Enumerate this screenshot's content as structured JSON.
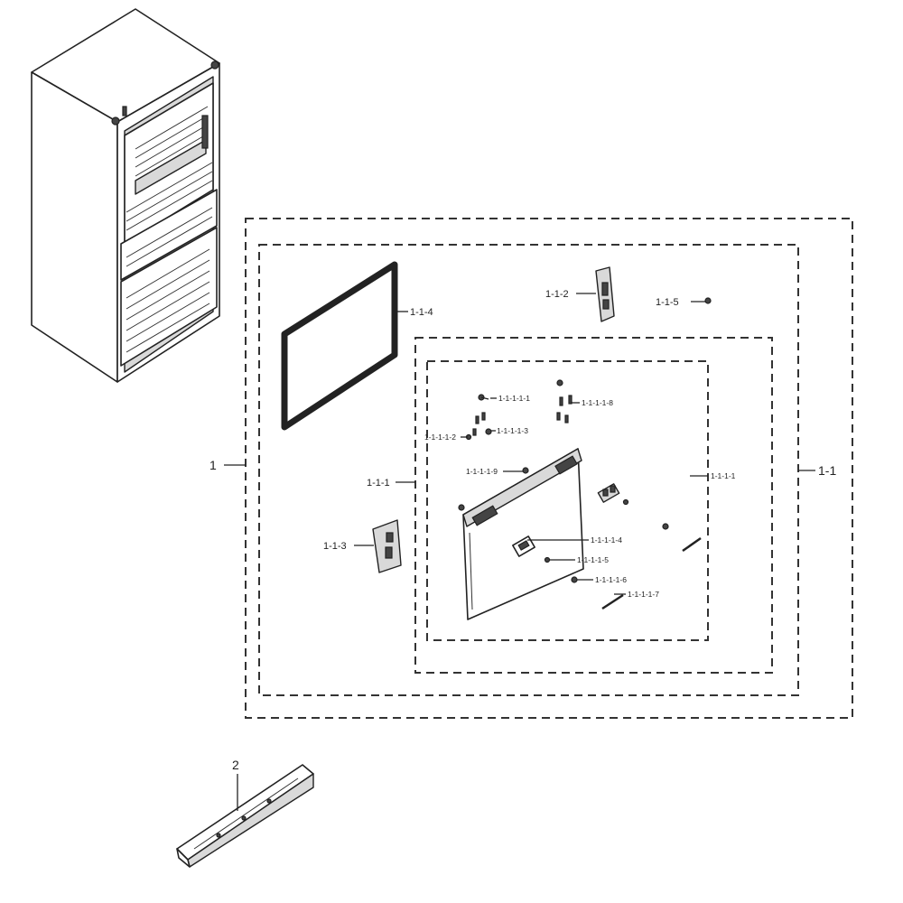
{
  "labels": {
    "assembly_1": "1",
    "assembly_1_1": "1-1",
    "assembly_1_1_1": "1-1-1",
    "part_1_1_2": "1-1-2",
    "part_1_1_3": "1-1-3",
    "part_1_1_4": "1-1-4",
    "part_1_1_5": "1-1-5",
    "assembly_1_1_1_1": "1-1-1-1",
    "part_1_1_1_1_1": "1-1-1-1-1",
    "part_1_1_1_1_2": "1-1-1-1-2",
    "part_1_1_1_1_3": "1-1-1-1-3",
    "part_1_1_1_1_4": "1-1-1-1-4",
    "part_1_1_1_1_5": "1-1-1-1-5",
    "part_1_1_1_1_6": "1-1-1-1-6",
    "part_1_1_1_1_7": "1-1-1-1-7",
    "part_1_1_1_1_8": "1-1-1-1-8",
    "part_1_1_1_1_9": "1-1-1-1-9",
    "part_2": "2"
  },
  "colors": {
    "line": "#222222",
    "part_fill": "#ffffff",
    "shade": "#d9d9d9",
    "dark": "#444444"
  },
  "icons": {
    "fridge": "refrigerator-cabinet-icon",
    "gasket": "door-gasket-icon",
    "hinge": "door-hinge-icon",
    "door": "drawer-door-panel-icon",
    "handle": "drawer-handle-icon",
    "screw": "screw-icon"
  }
}
